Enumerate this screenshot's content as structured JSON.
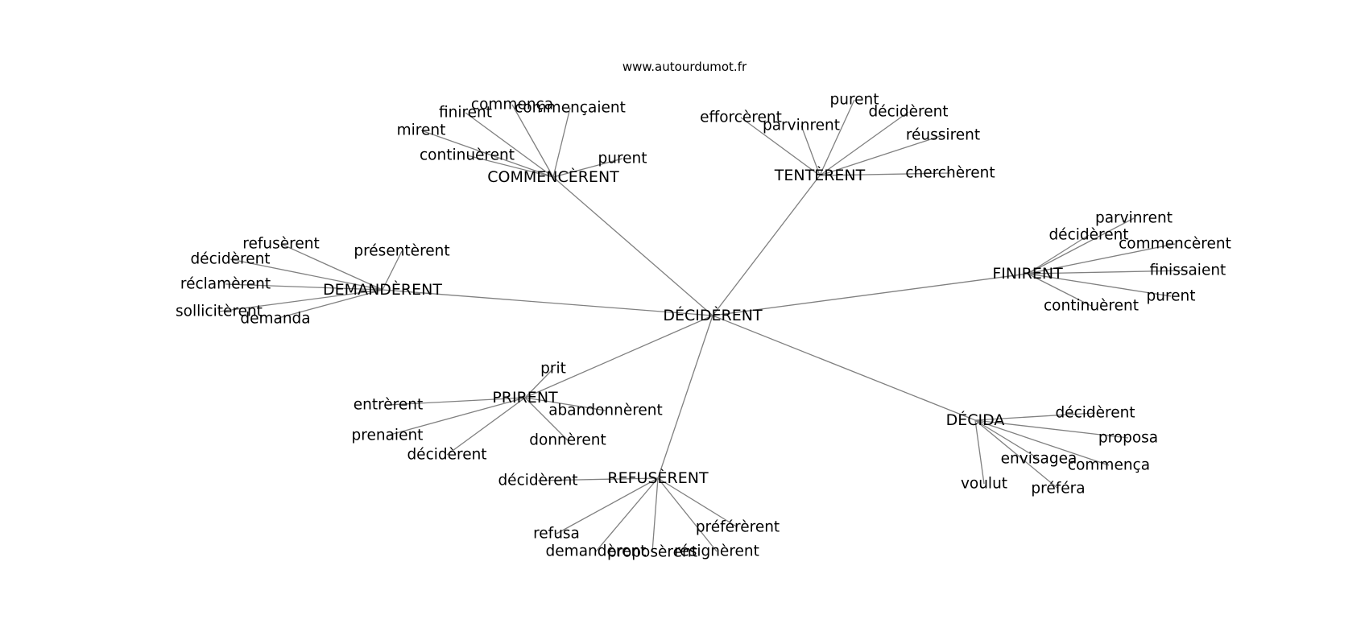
{
  "header": {
    "site": "www.autourdumot.fr"
  },
  "graph": {
    "center": "DÉCIDÈRENT",
    "hubs": [
      {
        "label": "COMMENCÈRENT",
        "leaves": [
          "finirent",
          "commença",
          "commençaient",
          "mirent",
          "continuèrent",
          "purent"
        ]
      },
      {
        "label": "TENTÈRENT",
        "leaves": [
          "efforcèrent",
          "parvinrent",
          "purent",
          "décidèrent",
          "réussirent",
          "cherchèrent"
        ]
      },
      {
        "label": "FINIRENT",
        "leaves": [
          "parvinrent",
          "décidèrent",
          "commencèrent",
          "finissaient",
          "purent",
          "continuèrent"
        ]
      },
      {
        "label": "DEMANDÈRENT",
        "leaves": [
          "refusèrent",
          "décidèrent",
          "réclamèrent",
          "sollicitèrent",
          "demanda",
          "présentèrent"
        ]
      },
      {
        "label": "PRIRENT",
        "leaves": [
          "prit",
          "entrèrent",
          "abandonnèrent",
          "prenaient",
          "décidèrent",
          "donnèrent"
        ]
      },
      {
        "label": "DÉCIDA",
        "leaves": [
          "décidèrent",
          "proposa",
          "envisagea",
          "commença",
          "voulut",
          "préféra"
        ]
      },
      {
        "label": "REFUSÈRENT",
        "leaves": [
          "décidèrent",
          "refusa",
          "préférèrent",
          "demandèrent",
          "proposèrent",
          "résignèrent"
        ]
      }
    ]
  }
}
